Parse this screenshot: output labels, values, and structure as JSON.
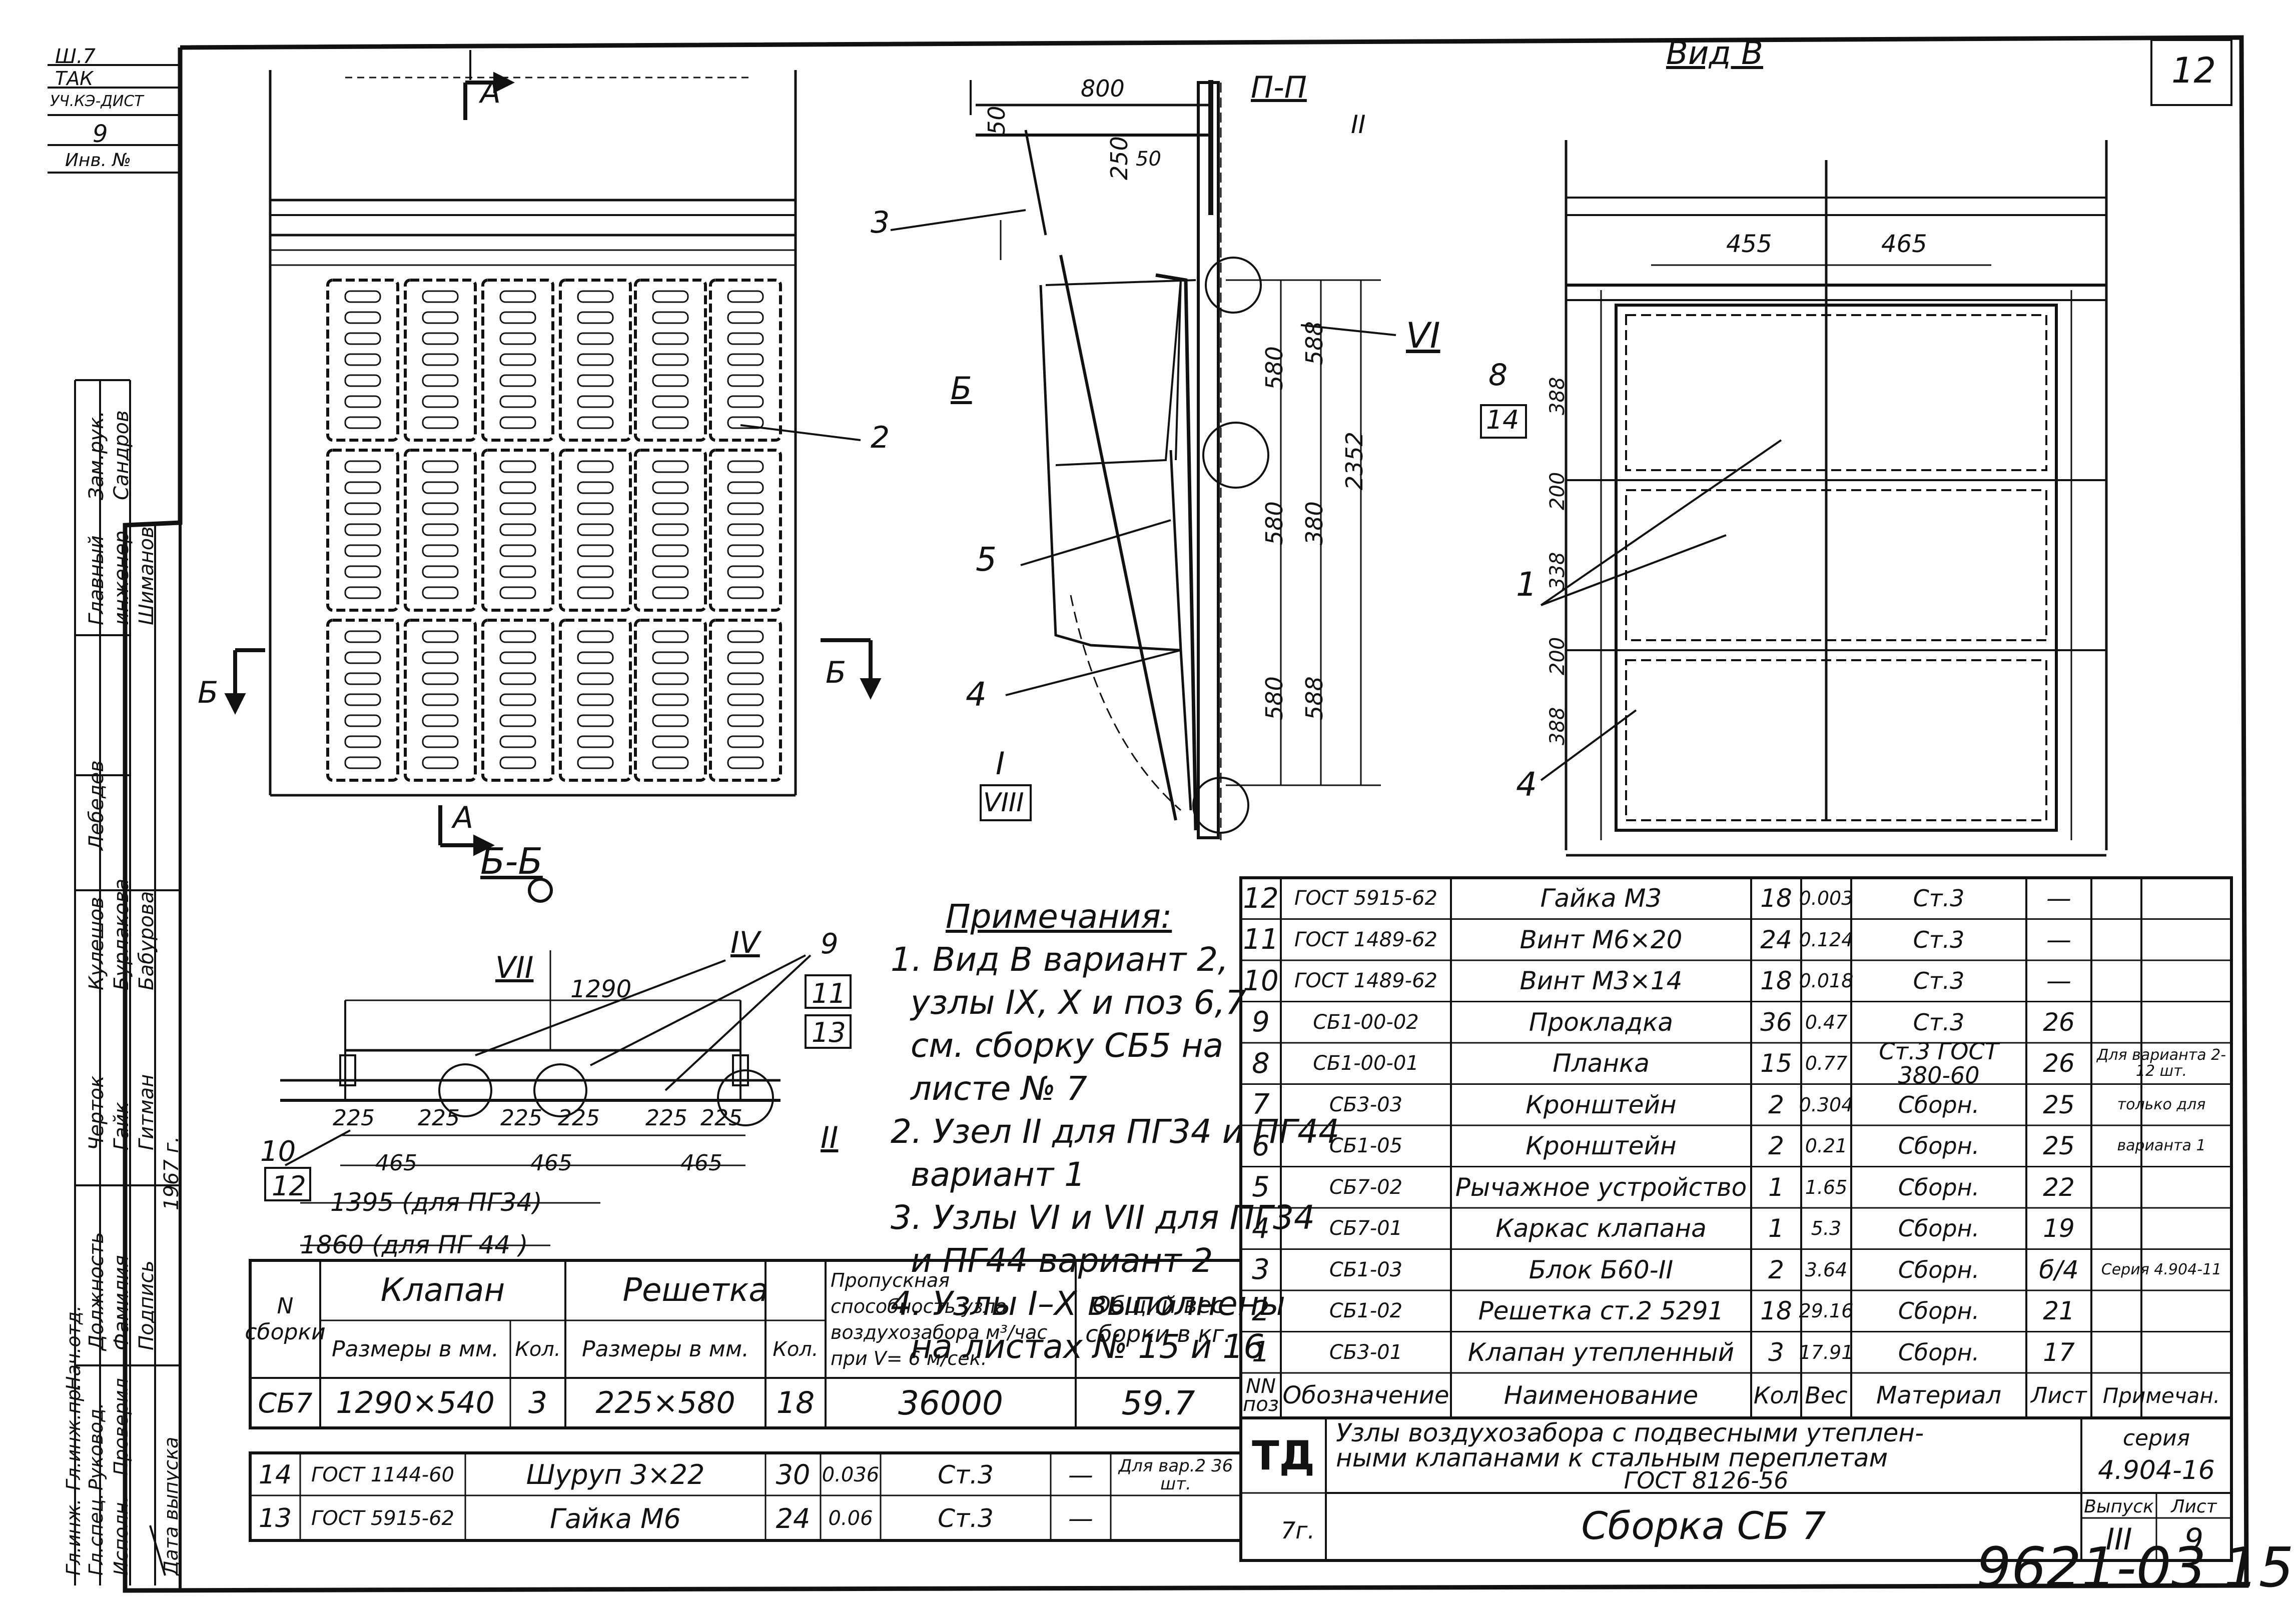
{
  "sheet_number": "12",
  "drawing_code": "9621-03 15",
  "view_b_title": "Вид В",
  "section_title": "П-П",
  "section_bb_title": "Б-Б",
  "section_markers": {
    "a_top": "А",
    "a_bottom": "А",
    "b_left": "Б",
    "b_right": "Б",
    "b_mid": "Б"
  },
  "dimensions": {
    "d800": "800",
    "d50a": "50",
    "d250": "250",
    "d50b": "50",
    "d580a": "580",
    "d580b": "580",
    "d580c": "580",
    "d588a": "588",
    "d380": "380",
    "d588b": "588",
    "d2352": "2352",
    "d455": "455",
    "d465": "465",
    "d388a": "388",
    "d200a": "200",
    "d338": "338",
    "d200b": "200",
    "d388b": "388",
    "d1290": "1290",
    "d225": [
      "225",
      "225",
      "225",
      "225",
      "225",
      "225"
    ],
    "d465b": [
      "465",
      "465",
      "465"
    ],
    "d1395": "1395 (для ПГ34)",
    "d1860": "1860 (для ПГ 44 )"
  },
  "callouts": {
    "c2": "2",
    "c3": "3",
    "c5": "5",
    "c4": "4",
    "c1": "1",
    "c8": "8",
    "c14": "14",
    "c1b": "1",
    "c4b": "4",
    "cII_top": "II",
    "cIV": "IV",
    "cVI": "VI",
    "cI": "I",
    "cVIII": "VIII",
    "cVII": "VII",
    "cII": "II",
    "c9": "9",
    "c11": "11",
    "c13": "13",
    "c10": "10",
    "c12": "12"
  },
  "notes": {
    "title": "Примечания:",
    "lines": [
      "1. Вид В вариант 2,",
      "узлы IX, X и поз 6,7",
      "см. сборку СБ5 на",
      "листе № 7",
      "2. Узел II для ПГ34 и ПГ44",
      "вариант 1",
      "3. Узлы VI и VII для ПГ34",
      "и ПГ44 вариант 2",
      "4. Узлы I–X выполнены",
      "на листах № 15 и 16"
    ]
  },
  "title_block": {
    "td": "ТД",
    "title_line1": "Узлы воздухозабора с подвесными утеплен-",
    "title_line2": "ными клапанами к стальным переплетам",
    "title_line3": "ГОСТ 8126-56",
    "series_label": "серия",
    "series_value": "4.904-16",
    "subtitle": "Сборка СБ 7",
    "vypusk_label": "Выпуск",
    "vypusk_value": "III",
    "list_label": "Лист",
    "list_value": "9",
    "mark_7g": "7г."
  },
  "spec_table": {
    "header": {
      "nn": "NN поз",
      "designation": "Обозначение",
      "name": "Наименование",
      "qty": "Кол",
      "weight": "Вес",
      "material": "Материал",
      "sheet": "Лист",
      "note": "Примечан."
    },
    "rows": [
      {
        "pos": "12",
        "desig": "ГОСТ 5915-62",
        "name": "Гайка М3",
        "qty": "18",
        "weight": "0.003",
        "material": "Ст.3",
        "sheet": "—",
        "note": ""
      },
      {
        "pos": "11",
        "desig": "ГОСТ 1489-62",
        "name": "Винт М6×20",
        "qty": "24",
        "weight": "0.124",
        "material": "Ст.3",
        "sheet": "—",
        "note": ""
      },
      {
        "pos": "10",
        "desig": "ГОСТ 1489-62",
        "name": "Винт М3×14",
        "qty": "18",
        "weight": "0.018",
        "material": "Ст.3",
        "sheet": "—",
        "note": ""
      },
      {
        "pos": "9",
        "desig": "СБ1-00-02",
        "name": "Прокладка",
        "qty": "36",
        "weight": "0.47",
        "material": "Ст.3",
        "sheet": "26",
        "note": ""
      },
      {
        "pos": "8",
        "desig": "СБ1-00-01",
        "name": "Планка",
        "qty": "15",
        "weight": "0.77",
        "material": "Ст.3 ГОСТ 380-60",
        "sheet": "26",
        "note": "Для варианта 2-12 шт."
      },
      {
        "pos": "7",
        "desig": "СБ3-03",
        "name": "Кронштейн",
        "qty": "2",
        "weight": "0.304",
        "material": "Сборн.",
        "sheet": "25",
        "note": "только для"
      },
      {
        "pos": "6",
        "desig": "СБ1-05",
        "name": "Кронштейн",
        "qty": "2",
        "weight": "0.21",
        "material": "Сборн.",
        "sheet": "25",
        "note": "варианта 1"
      },
      {
        "pos": "5",
        "desig": "СБ7-02",
        "name": "Рычажное устройство",
        "qty": "1",
        "weight": "1.65",
        "material": "Сборн.",
        "sheet": "22",
        "note": ""
      },
      {
        "pos": "4",
        "desig": "СБ7-01",
        "name": "Каркас клапана",
        "qty": "1",
        "weight": "5.3",
        "material": "Сборн.",
        "sheet": "19",
        "note": ""
      },
      {
        "pos": "3",
        "desig": "СБ1-03",
        "name": "Блок Б60-II",
        "qty": "2",
        "weight": "3.64",
        "material": "Сборн.",
        "sheet": "б/4",
        "note": "Серия 4.904-11"
      },
      {
        "pos": "2",
        "desig": "СБ1-02",
        "name": "Решетка ст.2 5291",
        "qty": "18",
        "weight": "29.16",
        "material": "Сборн.",
        "sheet": "21",
        "note": ""
      },
      {
        "pos": "1",
        "desig": "СБ3-01",
        "name": "Клапан утепленный",
        "qty": "3",
        "weight": "17.91",
        "material": "Сборн.",
        "sheet": "17",
        "note": ""
      }
    ]
  },
  "assembly_table": {
    "h_no": "N сборки",
    "h_valve": "Клапан",
    "h_grille": "Решетка",
    "h_capacity": "Пропускная способность узла воздухозабора м³/час при V= 6 м/сек.",
    "h_weight": "Общий вес сборки в кг.",
    "h_size": "Размеры в мм.",
    "h_qty": "Кол.",
    "h_size2": "Размеры в мм.",
    "h_qty2": "Кол.",
    "row": {
      "no": "СБ7",
      "valve_size": "1290×540",
      "valve_qty": "3",
      "grille_size": "225×580",
      "grille_qty": "18",
      "capacity": "36000",
      "weight": "59.7"
    }
  },
  "small_table": {
    "rows": [
      {
        "pos": "14",
        "desig": "ГОСТ 1144-60",
        "name": "Шуруп 3×22",
        "qty": "30",
        "weight": "0.036",
        "material": "Ст.3",
        "sheet": "—",
        "note": "Для вар.2 36 шт."
      },
      {
        "pos": "13",
        "desig": "ГОСТ 5915-62",
        "name": "Гайка М6",
        "qty": "24",
        "weight": "0.06",
        "material": "Ст.3",
        "sheet": "—",
        "note": ""
      }
    ]
  },
  "left_margin": {
    "top_labels": [
      "Ш.7",
      "ТАК",
      "УЧ.КЭ-ДИСТ",
      "9",
      "Инв. №"
    ],
    "col_headers": [
      "Должность",
      "Фамилия",
      "Подпись"
    ],
    "roles": [
      "Гл.инж.",
      "Гл.инж.пр.",
      "Нач.отд.",
      "Гл.спец.",
      "Руковод.",
      "Исполн.",
      "Проверил",
      "Дата выпуска"
    ],
    "names": [
      "Черток",
      "Гайк",
      "Гитман",
      "Кулешов",
      "Бурлакова",
      "Бабурова",
      "Лебедев"
    ],
    "right_block": [
      "Главный",
      "инженер",
      "Шиманов",
      "Зам.рук.",
      "Сандров"
    ],
    "year": "1967 г."
  }
}
